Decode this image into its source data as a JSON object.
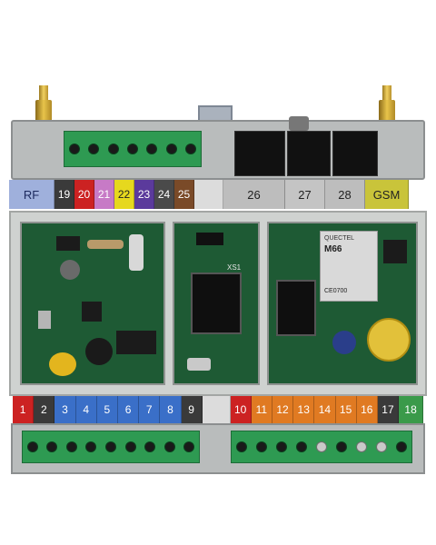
{
  "top_labels": [
    {
      "text": "RF",
      "bg": "#9fb0dc",
      "fg": "#1c2a5e"
    },
    {
      "text": "19",
      "bg": "#3a3a3a",
      "fg": "#ffffff"
    },
    {
      "text": "20",
      "bg": "#cc2222",
      "fg": "#ffffff"
    },
    {
      "text": "21",
      "bg": "#c77ac6",
      "fg": "#ffffff"
    },
    {
      "text": "22",
      "bg": "#e6d81e",
      "fg": "#222222"
    },
    {
      "text": "23",
      "bg": "#5b3a9c",
      "fg": "#ffffff"
    },
    {
      "text": "24",
      "bg": "#4a4a4a",
      "fg": "#ffffff"
    },
    {
      "text": "25",
      "bg": "#7a4a28",
      "fg": "#ffffff"
    },
    {
      "text": "",
      "bg": "#dcdcdc",
      "fg": "#222222"
    },
    {
      "text": "26",
      "bg": "#bdbdbd",
      "fg": "#222222"
    },
    {
      "text": "27",
      "bg": "#c4c4c4",
      "fg": "#222222"
    },
    {
      "text": "28",
      "bg": "#bdbdbd",
      "fg": "#222222"
    },
    {
      "text": "GSM",
      "bg": "#c9c43a",
      "fg": "#222222"
    }
  ],
  "bottom_labels": [
    {
      "text": "1",
      "bg": "#cc2222",
      "fg": "#ffffff"
    },
    {
      "text": "2",
      "bg": "#3a3a3a",
      "fg": "#ffffff"
    },
    {
      "text": "3",
      "bg": "#3a6fc8",
      "fg": "#ffffff"
    },
    {
      "text": "4",
      "bg": "#3a6fc8",
      "fg": "#ffffff"
    },
    {
      "text": "5",
      "bg": "#3a6fc8",
      "fg": "#ffffff"
    },
    {
      "text": "6",
      "bg": "#3a6fc8",
      "fg": "#ffffff"
    },
    {
      "text": "7",
      "bg": "#3a6fc8",
      "fg": "#ffffff"
    },
    {
      "text": "8",
      "bg": "#3a6fc8",
      "fg": "#ffffff"
    },
    {
      "text": "9",
      "bg": "#3a3a3a",
      "fg": "#ffffff"
    },
    {
      "text": "",
      "bg": "#dcdcdc",
      "fg": "#222222"
    },
    {
      "text": "10",
      "bg": "#cc2222",
      "fg": "#ffffff"
    },
    {
      "text": "11",
      "bg": "#e07a22",
      "fg": "#ffffff"
    },
    {
      "text": "12",
      "bg": "#e07a22",
      "fg": "#ffffff"
    },
    {
      "text": "13",
      "bg": "#e07a22",
      "fg": "#ffffff"
    },
    {
      "text": "14",
      "bg": "#e07a22",
      "fg": "#ffffff"
    },
    {
      "text": "15",
      "bg": "#e07a22",
      "fg": "#ffffff"
    },
    {
      "text": "16",
      "bg": "#e07a22",
      "fg": "#ffffff"
    },
    {
      "text": "17",
      "bg": "#3a3a3a",
      "fg": "#ffffff"
    },
    {
      "text": "18",
      "bg": "#3a9a4a",
      "fg": "#ffffff"
    }
  ],
  "gsm_module": {
    "brand": "QUECTEL",
    "model": "M66",
    "cert": "CE0700"
  },
  "board_marks": {
    "xs1": "XS1"
  },
  "colors": {
    "pcb": "#1e5a34",
    "terminal": "#2e9a52",
    "housing": "#b9bcbc"
  }
}
